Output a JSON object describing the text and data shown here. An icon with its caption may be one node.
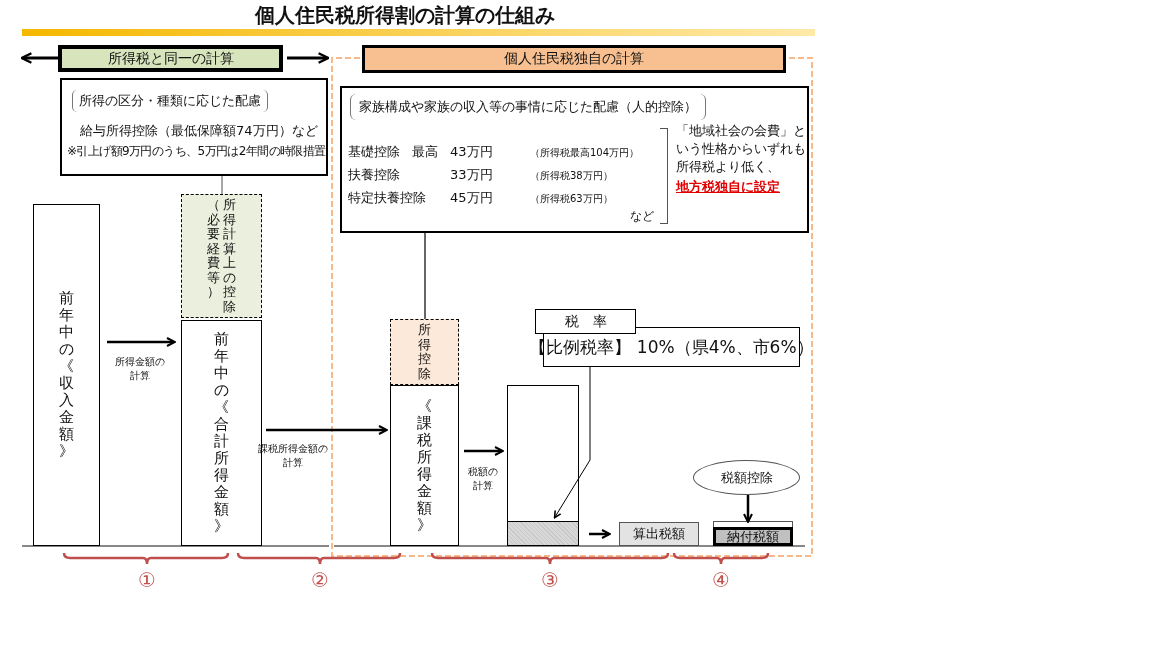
{
  "diagram": {
    "title": "個人住民税所得割の計算の仕組み",
    "nodes": [
      {
        "text": [
          "所得税と同一の計算"
        ]
      },
      {
        "text": [
          "個人住民税独自の計算"
        ]
      },
      {
        "text": [
          "所得の区分・種類に応じた配慮",
          "給与所得控除（最低保障額74万円）など",
          "※引上げ額9万円のうち、5万円は2年間の時限措置"
        ]
      },
      {
        "text": [
          "家族構成や家族の収入等の事情に応じた配慮（人的控除）",
          "基礎控除",
          "最高",
          "43万円",
          "（所得税最高104万円）",
          "扶養控除",
          "33万円",
          "（所得税38万円）",
          "特定扶養控除",
          "45万円",
          "（所得税63万円）",
          "など",
          "「地域社会の会費」という性格からいずれも所得税より低く、",
          "地方税独自に設定"
        ],
        "in": 1
      },
      {
        "text": [
          "前年中の《収入金額》"
        ]
      },
      {
        "text": [
          "（必要経費等）",
          "所得計算上の控除"
        ]
      },
      {
        "text": [
          "前年中の《合計所得金額》"
        ]
      },
      {
        "text": [
          "所得控除"
        ],
        "in": 1
      },
      {
        "text": [
          "《課税所得金額》"
        ],
        "in": 1
      },
      {
        "text": [],
        "shape": "bar",
        "in": 1
      },
      {
        "text": [],
        "shape": "bar",
        "in": 9
      },
      {
        "text": [
          "税　率",
          "【比例税率】 10%（県4%、市6%）"
        ],
        "in": 1
      },
      {
        "text": [
          "算出税額"
        ],
        "in": 1
      },
      {
        "text": [
          "税額控除"
        ],
        "in": 1
      },
      {
        "text": [],
        "shape": "box",
        "in": 1
      },
      {
        "text": [
          "納付税額"
        ],
        "in": 1
      }
    ],
    "edges": [
      {
        "from": 0,
        "to": null,
        "arrow": "to"
      },
      {
        "from": 0,
        "to": 1,
        "arrow": "to"
      },
      {
        "from": 4,
        "to": 6,
        "arrow": "to",
        "label": "所得金額の計算"
      },
      {
        "from": 6,
        "to": 8,
        "arrow": "to",
        "label": "課税所得金額の計算"
      },
      {
        "from": 8,
        "to": 9,
        "arrow": "to",
        "label": "税額の計算"
      },
      {
        "from": 11,
        "to": 10,
        "arrow": "to"
      },
      {
        "from": 10,
        "to": 12,
        "arrow": "to"
      },
      {
        "from": 13,
        "to": 14,
        "arrow": "to"
      },
      {
        "from": 2,
        "to": 5,
        "arrow": "none",
        "color": "#a6a6a6"
      },
      {
        "from": 3,
        "to": 7,
        "arrow": "none"
      }
    ],
    "labels": [
      "①",
      "②",
      "③",
      "④"
    ]
  }
}
